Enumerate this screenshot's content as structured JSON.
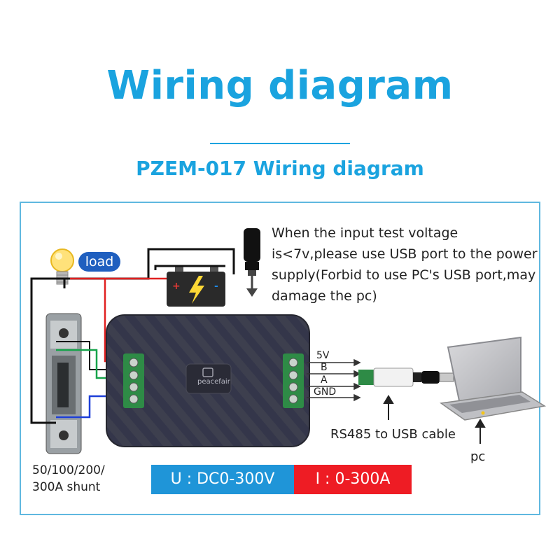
{
  "title": "Wiring diagram",
  "subtitle": "PZEM-017 Wiring diagram",
  "usb_note": {
    "line1": "When the input test voltage",
    "line2": "is<7v,please use USB port to the power",
    "line3": "supply(Forbid to use PC's USB port,may",
    "line4": "damage the pc)"
  },
  "load_label": "load",
  "device_brand": "peacefair",
  "pins": {
    "p5v": "5V",
    "b": "B",
    "a": "A",
    "gnd": "GND"
  },
  "cable_label": "RS485 to USB cable",
  "pc_label": "pc",
  "shunt_label": {
    "line1": "50/100/200/",
    "line2": "300A shunt"
  },
  "ranges": {
    "voltage": "U : DC0-300V",
    "current": "I : 0-300A"
  },
  "colors": {
    "title": "#1aa3df",
    "frame": "#5fb8e0",
    "voltage_bar": "#1f95d8",
    "current_bar": "#ee1c24",
    "load_badge": "#1f5fbf"
  },
  "icons": [
    "bulb-icon",
    "battery-icon",
    "usb-plug-icon",
    "laptop-icon",
    "arrow-up-icon"
  ]
}
